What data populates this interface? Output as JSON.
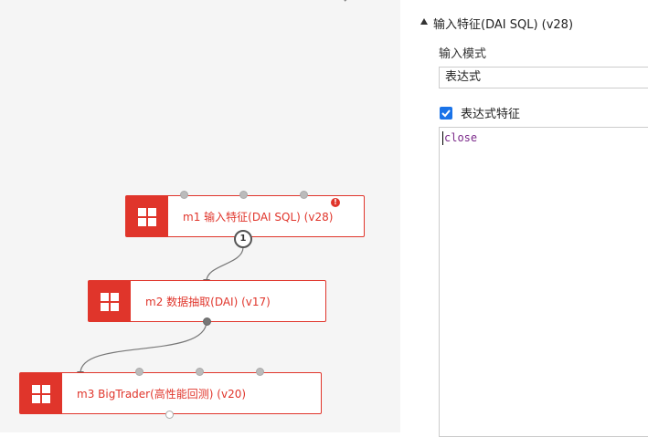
{
  "canvas": {
    "nodes": [
      {
        "label": "m1 输入特征(DAI SQL) (v28)",
        "has_error": true,
        "error_mark": "!"
      },
      {
        "label": "m2 数据抽取(DAI) (v17)"
      },
      {
        "label": "m3 BigTrader(高性能回测) (v20)"
      }
    ],
    "connection_badge": "1"
  },
  "panel": {
    "title": "输入特征(DAI SQL) (v28)",
    "input_mode_label": "输入模式",
    "input_mode_value": "表达式",
    "expression_checkbox_label": "表达式特征",
    "expression_checked": true,
    "editor_text": "close"
  },
  "colors": {
    "accent": "#e0352b",
    "checkbox": "#1a73e8",
    "canvas_bg": "#f5f5f5"
  }
}
